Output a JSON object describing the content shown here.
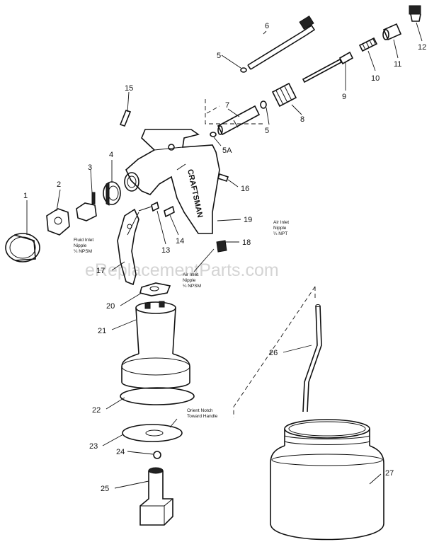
{
  "callouts": {
    "c1": "1",
    "c2": "2",
    "c3": "3",
    "c4": "4",
    "c5a": "5",
    "c5b": "5",
    "c5A": "5A",
    "c6": "6",
    "c7": "7",
    "c8": "8",
    "c9": "9",
    "c10": "10",
    "c11": "11",
    "c12": "12",
    "c13": "13",
    "c14": "14",
    "c15": "15",
    "c16": "16",
    "c17": "17",
    "c18": "18",
    "c19": "19",
    "c20": "20",
    "c21": "21",
    "c22": "22",
    "c23": "23",
    "c24": "24",
    "c25": "25",
    "c26": "26",
    "c27": "27"
  },
  "notes": {
    "fluid_inlet": [
      "Fluid Inlet",
      "Nipple",
      "¼ NPSM"
    ],
    "air_inlet_top": [
      "Air Inlet",
      "Nipple",
      "¼ NPT"
    ],
    "air_inlet_bottom": [
      "Air Inlet",
      "Nipple",
      "¼ NPSM"
    ],
    "orient_notch": [
      "Orient Notch",
      "Toward Handle"
    ]
  },
  "handle_stamp": "CRAFTSMAN",
  "watermark": "eReplacementParts.com"
}
